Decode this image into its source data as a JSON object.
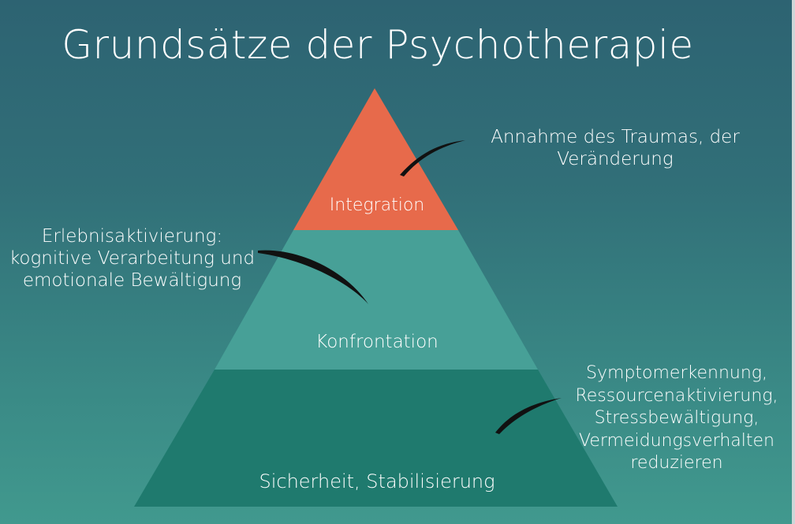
{
  "slide": {
    "title": "Grundsätze der Psychotherapie"
  },
  "pyramid": {
    "levels": [
      {
        "label": "Integration",
        "color": "#e76a4b"
      },
      {
        "label": "Konfrontation",
        "color": "#47a097"
      },
      {
        "label": "Sicherheit, Stabilisierung",
        "color": "#1f7a6e"
      }
    ]
  },
  "annotations": {
    "integration": {
      "lines": [
        "Annahme des Traumas, der",
        "Veränderung"
      ]
    },
    "konfrontation": {
      "lines": [
        "Erlebnisaktivierung:",
        "kognitive Verarbeitung und",
        "emotionale Bewältigung"
      ]
    },
    "sicherheit": {
      "lines": [
        "Symptomerkennung,",
        "Ressourcenaktivierung,",
        "Stressbewältigung,",
        "Vermeidungsverhalten",
        "reduzieren"
      ]
    }
  },
  "colors": {
    "background_top": "#2d6372",
    "background_bottom": "#41998e",
    "text": "#ffffff",
    "connector": "#111111"
  }
}
